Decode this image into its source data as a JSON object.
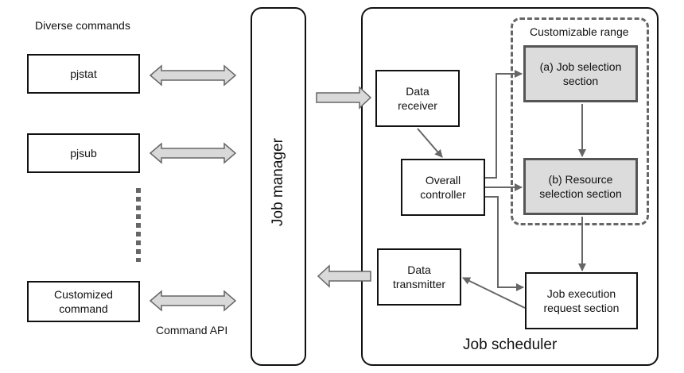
{
  "left": {
    "title": "Diverse commands",
    "commands": [
      "pjstat",
      "pjsub"
    ],
    "custom_command": "Customized\ncommand",
    "api_label": "Command API"
  },
  "job_manager": {
    "label": "Job manager"
  },
  "job_scheduler": {
    "label": "Job scheduler",
    "customizable_range": "Customizable range",
    "data_receiver": "Data\nreceiver",
    "overall_controller": "Overall\ncontroller",
    "data_transmitter": "Data\ntransmitter",
    "job_selection": "(a) Job selection\nsection",
    "resource_selection": "(b) Resource\nselection section",
    "job_execution": "Job execution\nrequest section"
  },
  "colors": {
    "arrow_fill": "#d9d9d9",
    "arrow_stroke": "#666666",
    "highlight": "#dcdcdc"
  }
}
